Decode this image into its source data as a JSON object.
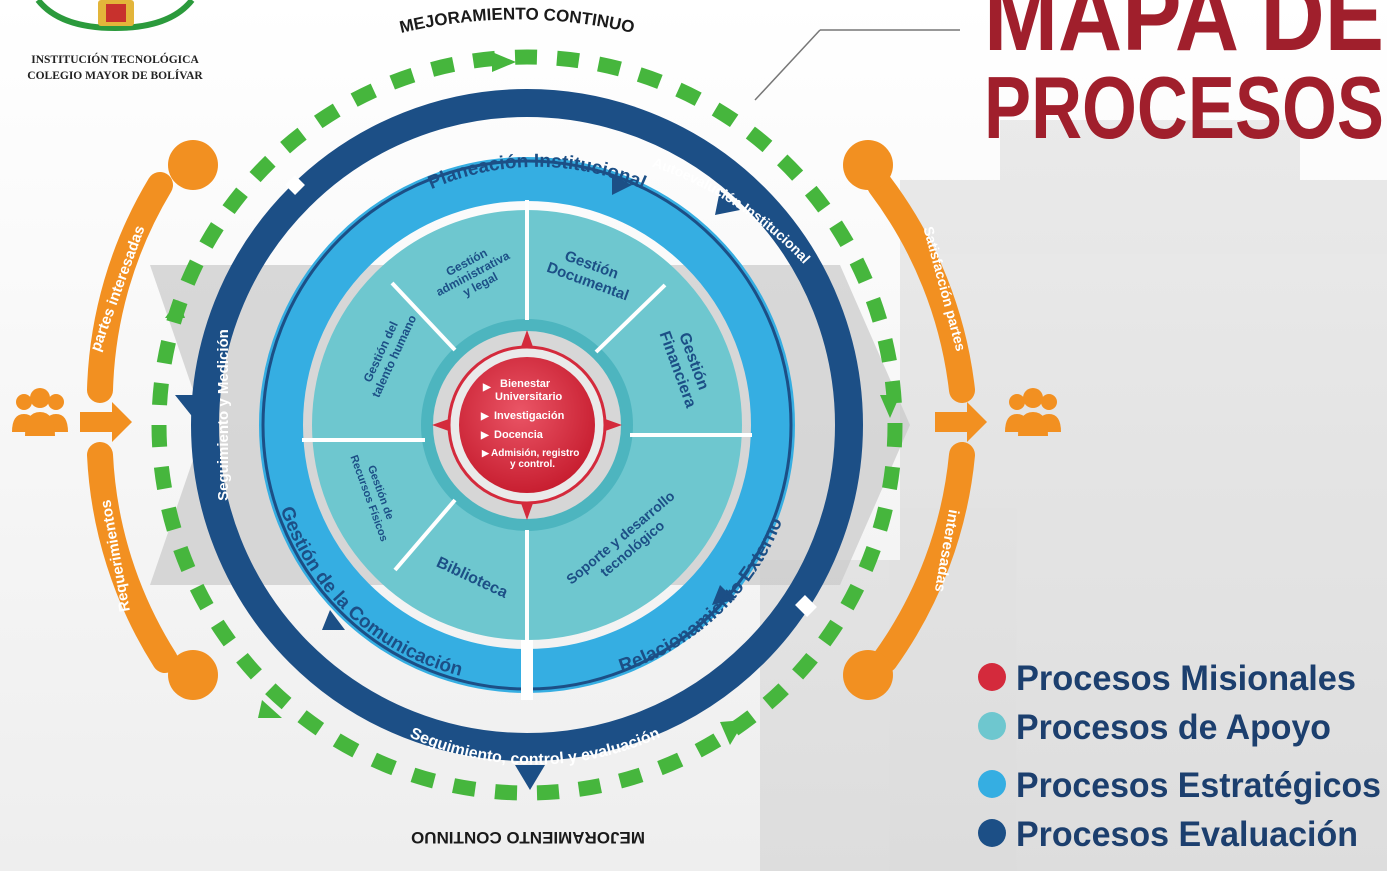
{
  "institution": {
    "line1": "INSTITUCIÓN TECNOLÓGICA",
    "line2": "COLEGIO MAYOR DE BOLÍVAR"
  },
  "title": {
    "line1": "MAPA DE",
    "line2": "PROCESOS"
  },
  "loop_labels": {
    "top": "MEJORAMIENTO CONTINUO",
    "bottom": "MEJORAMIENTO CONTINUO"
  },
  "evaluation_ring": {
    "top_right": "Autoevalución Institucional",
    "left": "Seguimiento y Medición",
    "bottom": "Seguimiento, control y evaluación"
  },
  "strategic_ring": {
    "top": "Planeación Institucional",
    "bottom_left": "Gestión de la Comunicación",
    "bottom_right": "Relacionamiento Externo"
  },
  "support_segments": {
    "talento": [
      "Gestión del",
      "talento humano"
    ],
    "administrativa": [
      "Gestión",
      "administrativa",
      "y legal"
    ],
    "documental": [
      "Gestión",
      "Documental"
    ],
    "financiera": [
      "Gestión",
      "Financiera"
    ],
    "recursos": [
      "Gestión de",
      "Recursos Físicos"
    ],
    "biblioteca": [
      "Biblioteca"
    ],
    "soporte": [
      "Soporte y desarrollo",
      "tecnológico"
    ]
  },
  "core": {
    "items": [
      "Bienestar",
      "Universitario",
      "Investigación",
      "Docencia",
      "Admisión, registro",
      "y control."
    ]
  },
  "left_side": {
    "top": "partes interesadas",
    "bottom": "Requerimientos"
  },
  "right_side": {
    "top": "Satisfacción partes",
    "bottom": "interesadas"
  },
  "legend": [
    {
      "label": "Procesos Misionales",
      "color": "#d42a3c"
    },
    {
      "label": "Procesos de Apoyo",
      "color": "#6ec7cf"
    },
    {
      "label": "Procesos Estratégicos",
      "color": "#35aee2"
    },
    {
      "label": "Procesos Evaluación",
      "color": "#1c4f86"
    }
  ],
  "colors": {
    "title": "#a01f2c",
    "evaluation": "#1c4f86",
    "strategic": "#35aee2",
    "support": "#6ec7cf",
    "mission": "#d42a3c",
    "dashes": "#46b63d",
    "orange": "#f29021"
  }
}
